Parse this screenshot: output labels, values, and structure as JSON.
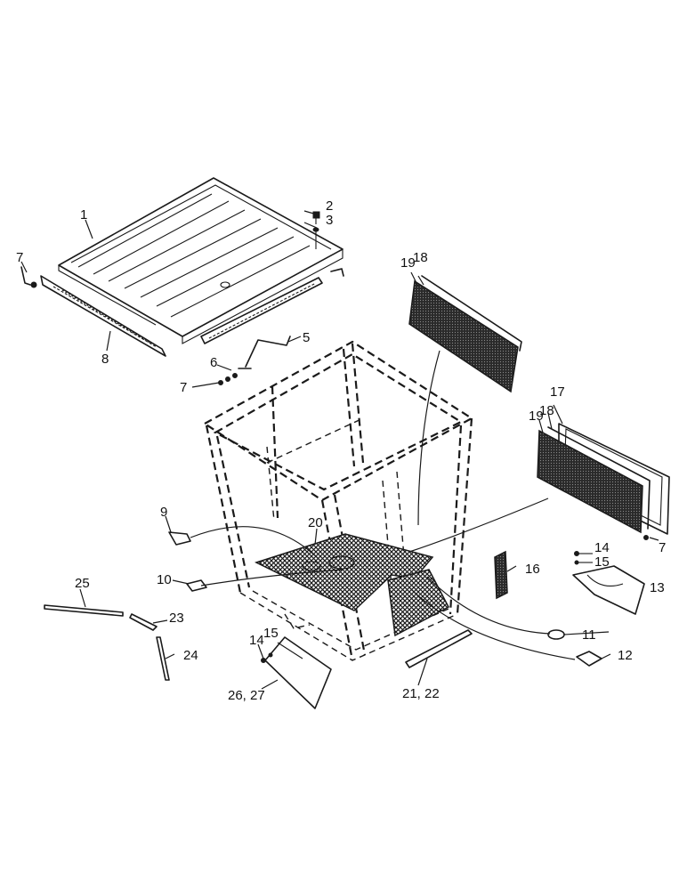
{
  "callouts": [
    {
      "id": "c1",
      "text": "1"
    },
    {
      "id": "c2",
      "text": "2"
    },
    {
      "id": "c3",
      "text": "3"
    },
    {
      "id": "c5",
      "text": "5"
    },
    {
      "id": "c6",
      "text": "6"
    },
    {
      "id": "c7a",
      "text": "7"
    },
    {
      "id": "c7b",
      "text": "7"
    },
    {
      "id": "c7c",
      "text": "7"
    },
    {
      "id": "c8",
      "text": "8"
    },
    {
      "id": "c9",
      "text": "9"
    },
    {
      "id": "c10",
      "text": "10"
    },
    {
      "id": "c11",
      "text": "11"
    },
    {
      "id": "c12",
      "text": "12"
    },
    {
      "id": "c13",
      "text": "13"
    },
    {
      "id": "c14a",
      "text": "14"
    },
    {
      "id": "c14b",
      "text": "14"
    },
    {
      "id": "c15a",
      "text": "15"
    },
    {
      "id": "c15b",
      "text": "15"
    },
    {
      "id": "c16",
      "text": "16"
    },
    {
      "id": "c17",
      "text": "17"
    },
    {
      "id": "c18a",
      "text": "18"
    },
    {
      "id": "c18b",
      "text": "18"
    },
    {
      "id": "c19a",
      "text": "19"
    },
    {
      "id": "c19b",
      "text": "19"
    },
    {
      "id": "c20",
      "text": "20"
    },
    {
      "id": "c21",
      "text": "21, 22"
    },
    {
      "id": "c23",
      "text": "23"
    },
    {
      "id": "c24",
      "text": "24"
    },
    {
      "id": "c25",
      "text": "25"
    },
    {
      "id": "c26",
      "text": "26, 27"
    }
  ]
}
